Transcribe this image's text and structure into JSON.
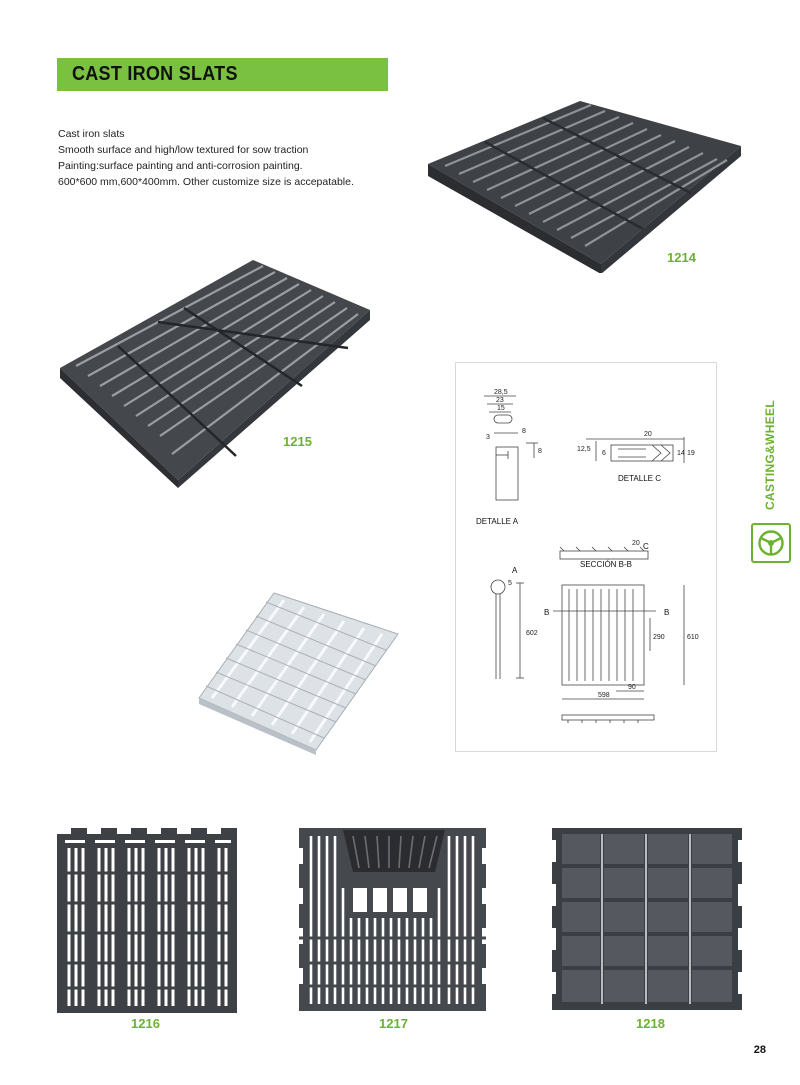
{
  "header": {
    "title": "CAST IRON SLATS"
  },
  "description": {
    "lines": [
      "Cast iron slats",
      "Smooth surface and high/low textured for sow traction",
      "Painting:surface painting and anti-corrosion painting.",
      "600*600 mm,600*400mm. Other customize size is accepatable."
    ]
  },
  "products": [
    {
      "code": "1214",
      "icon": "cast-iron-slat-photo"
    },
    {
      "code": "1215",
      "icon": "cast-iron-slat-photo"
    },
    {
      "code": "1216",
      "icon": "cast-iron-slat-photo"
    },
    {
      "code": "1217",
      "icon": "cast-iron-slat-photo"
    },
    {
      "code": "1218",
      "icon": "cast-iron-slat-photo"
    }
  ],
  "drawing": {
    "detail_a": "DETALLE A",
    "detail_c": "DETALLE C",
    "section_bb": "SECCIÓN B-B",
    "dims": {
      "d28_5": "28,5",
      "d23": "23",
      "d15": "15",
      "d8": "8",
      "d3": "3",
      "d12_5": "12,5",
      "d6": "6",
      "d20": "20",
      "d14": "14",
      "d19": "19",
      "d602": "602",
      "d598": "598",
      "d90": "90",
      "d290": "290",
      "d610": "610",
      "d20b": "20",
      "d5": "5"
    },
    "markers": {
      "a": "A",
      "b1": "B",
      "b2": "B",
      "c": "C"
    }
  },
  "sidebar": {
    "label": "CASTING&WHEEL",
    "icon": "steering-wheel-icon"
  },
  "page": {
    "number": "28"
  },
  "colors": {
    "accent": "#7ac142",
    "accent_text": "#6bb32e",
    "slat_dark": "#4a4d52",
    "slat_light": "#e6eaee"
  }
}
